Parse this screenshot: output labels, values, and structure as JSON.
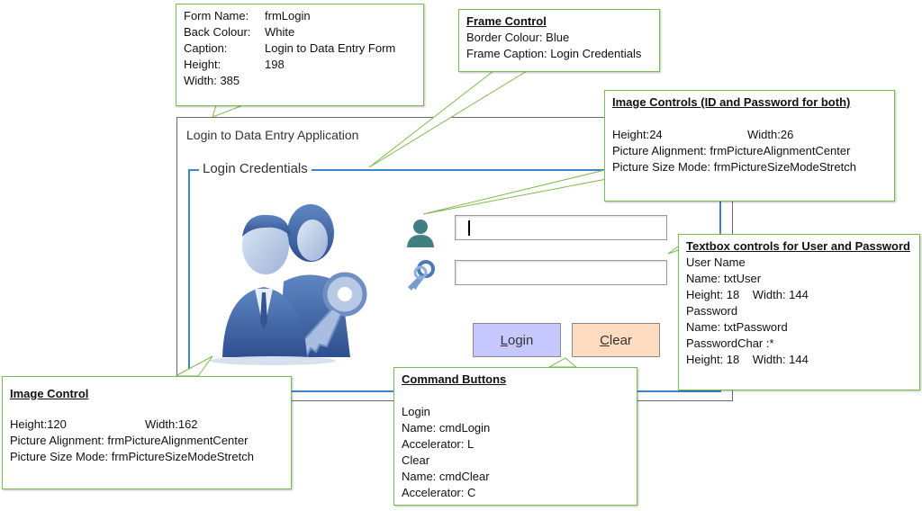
{
  "form": {
    "caption": "Login to Data Entry Application",
    "frame_caption": "Login Credentials",
    "login_button": {
      "accel": "L",
      "rest": "ogin",
      "color": "#c7c7ff"
    },
    "clear_button": {
      "accel": "C",
      "rest": "lear",
      "color": "#ffdcc0"
    },
    "frame_border_color": "#3b87c8"
  },
  "icons": {
    "people": "business-people-icon",
    "user": "user-icon",
    "key": "key-icon"
  },
  "callouts": {
    "form_props": {
      "name_k": "Form Name:",
      "name_v": "frmLogin",
      "back_k": "Back Colour:",
      "back_v": "White",
      "caption_k": "Caption:",
      "caption_v": "Login to Data Entry Form",
      "height_k": "Height:",
      "height_v": "198",
      "width": "Width: 385"
    },
    "frame": {
      "title": "Frame Control",
      "line1": "Border Colour: Blue",
      "line2": "Frame Caption: Login Credentials"
    },
    "image_small": {
      "title": "Image Controls (ID and Password for both)",
      "height": "Height:24",
      "width": "Width:26",
      "align": "Picture Alignment: frmPictureAlignmentCenter",
      "size": "Picture Size Mode: frmPictureSizeModeStretch"
    },
    "textbox": {
      "title": "Textbox controls for User and Password",
      "l1": "User Name",
      "l2": "Name: txtUser",
      "l3": "Height: 18    Width: 144",
      "l4": "Password",
      "l5": "Name: txtPassword",
      "l6": "PasswordChar :*",
      "l7": "Height: 18    Width: 144"
    },
    "image_big": {
      "title": "Image Control",
      "height": "Height:120",
      "width": "Width:162",
      "align": "Picture Alignment: frmPictureAlignmentCenter",
      "size": "Picture Size Mode: frmPictureSizeModeStretch"
    },
    "buttons": {
      "title": "Command Buttons",
      "l1": "Login",
      "l2": "Name: cmdLogin",
      "l3": "Accelerator: L",
      "l4": "Clear",
      "l5": "Name: cmdClear",
      "l6": "Accelerator: C"
    }
  }
}
